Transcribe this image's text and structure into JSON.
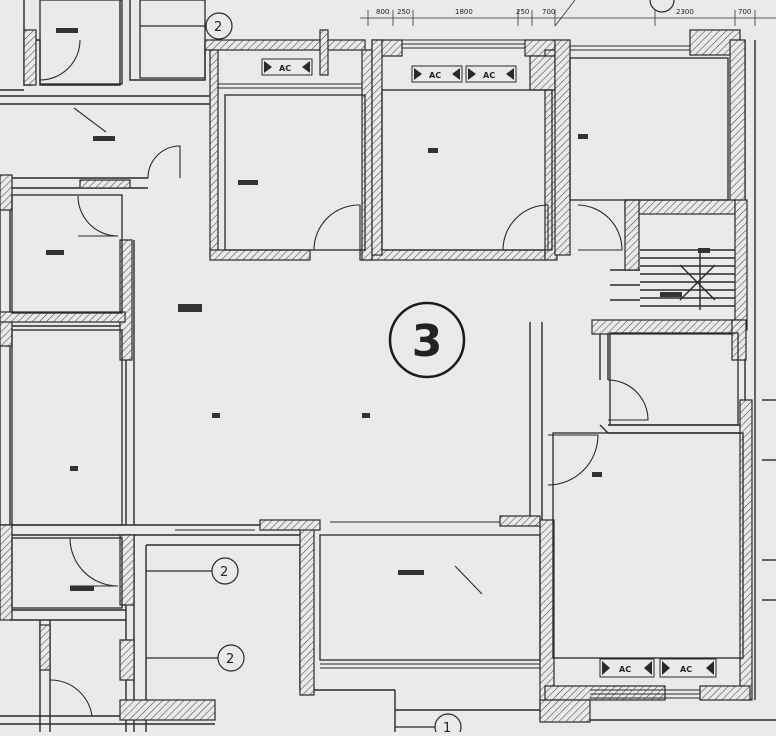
{
  "plan": {
    "unit_marker": "3",
    "grid_markers": [
      "2",
      "2",
      "2",
      "1"
    ],
    "ac_units": [
      "AC",
      "AC",
      "AC",
      "AC",
      "AC"
    ],
    "dimensions": [
      "800",
      "250",
      "1800",
      "250",
      "700",
      "2300",
      "700"
    ]
  },
  "colors": {
    "paper": "#e9eaec",
    "line": "#2a2a2a",
    "hatch": "#555555"
  }
}
